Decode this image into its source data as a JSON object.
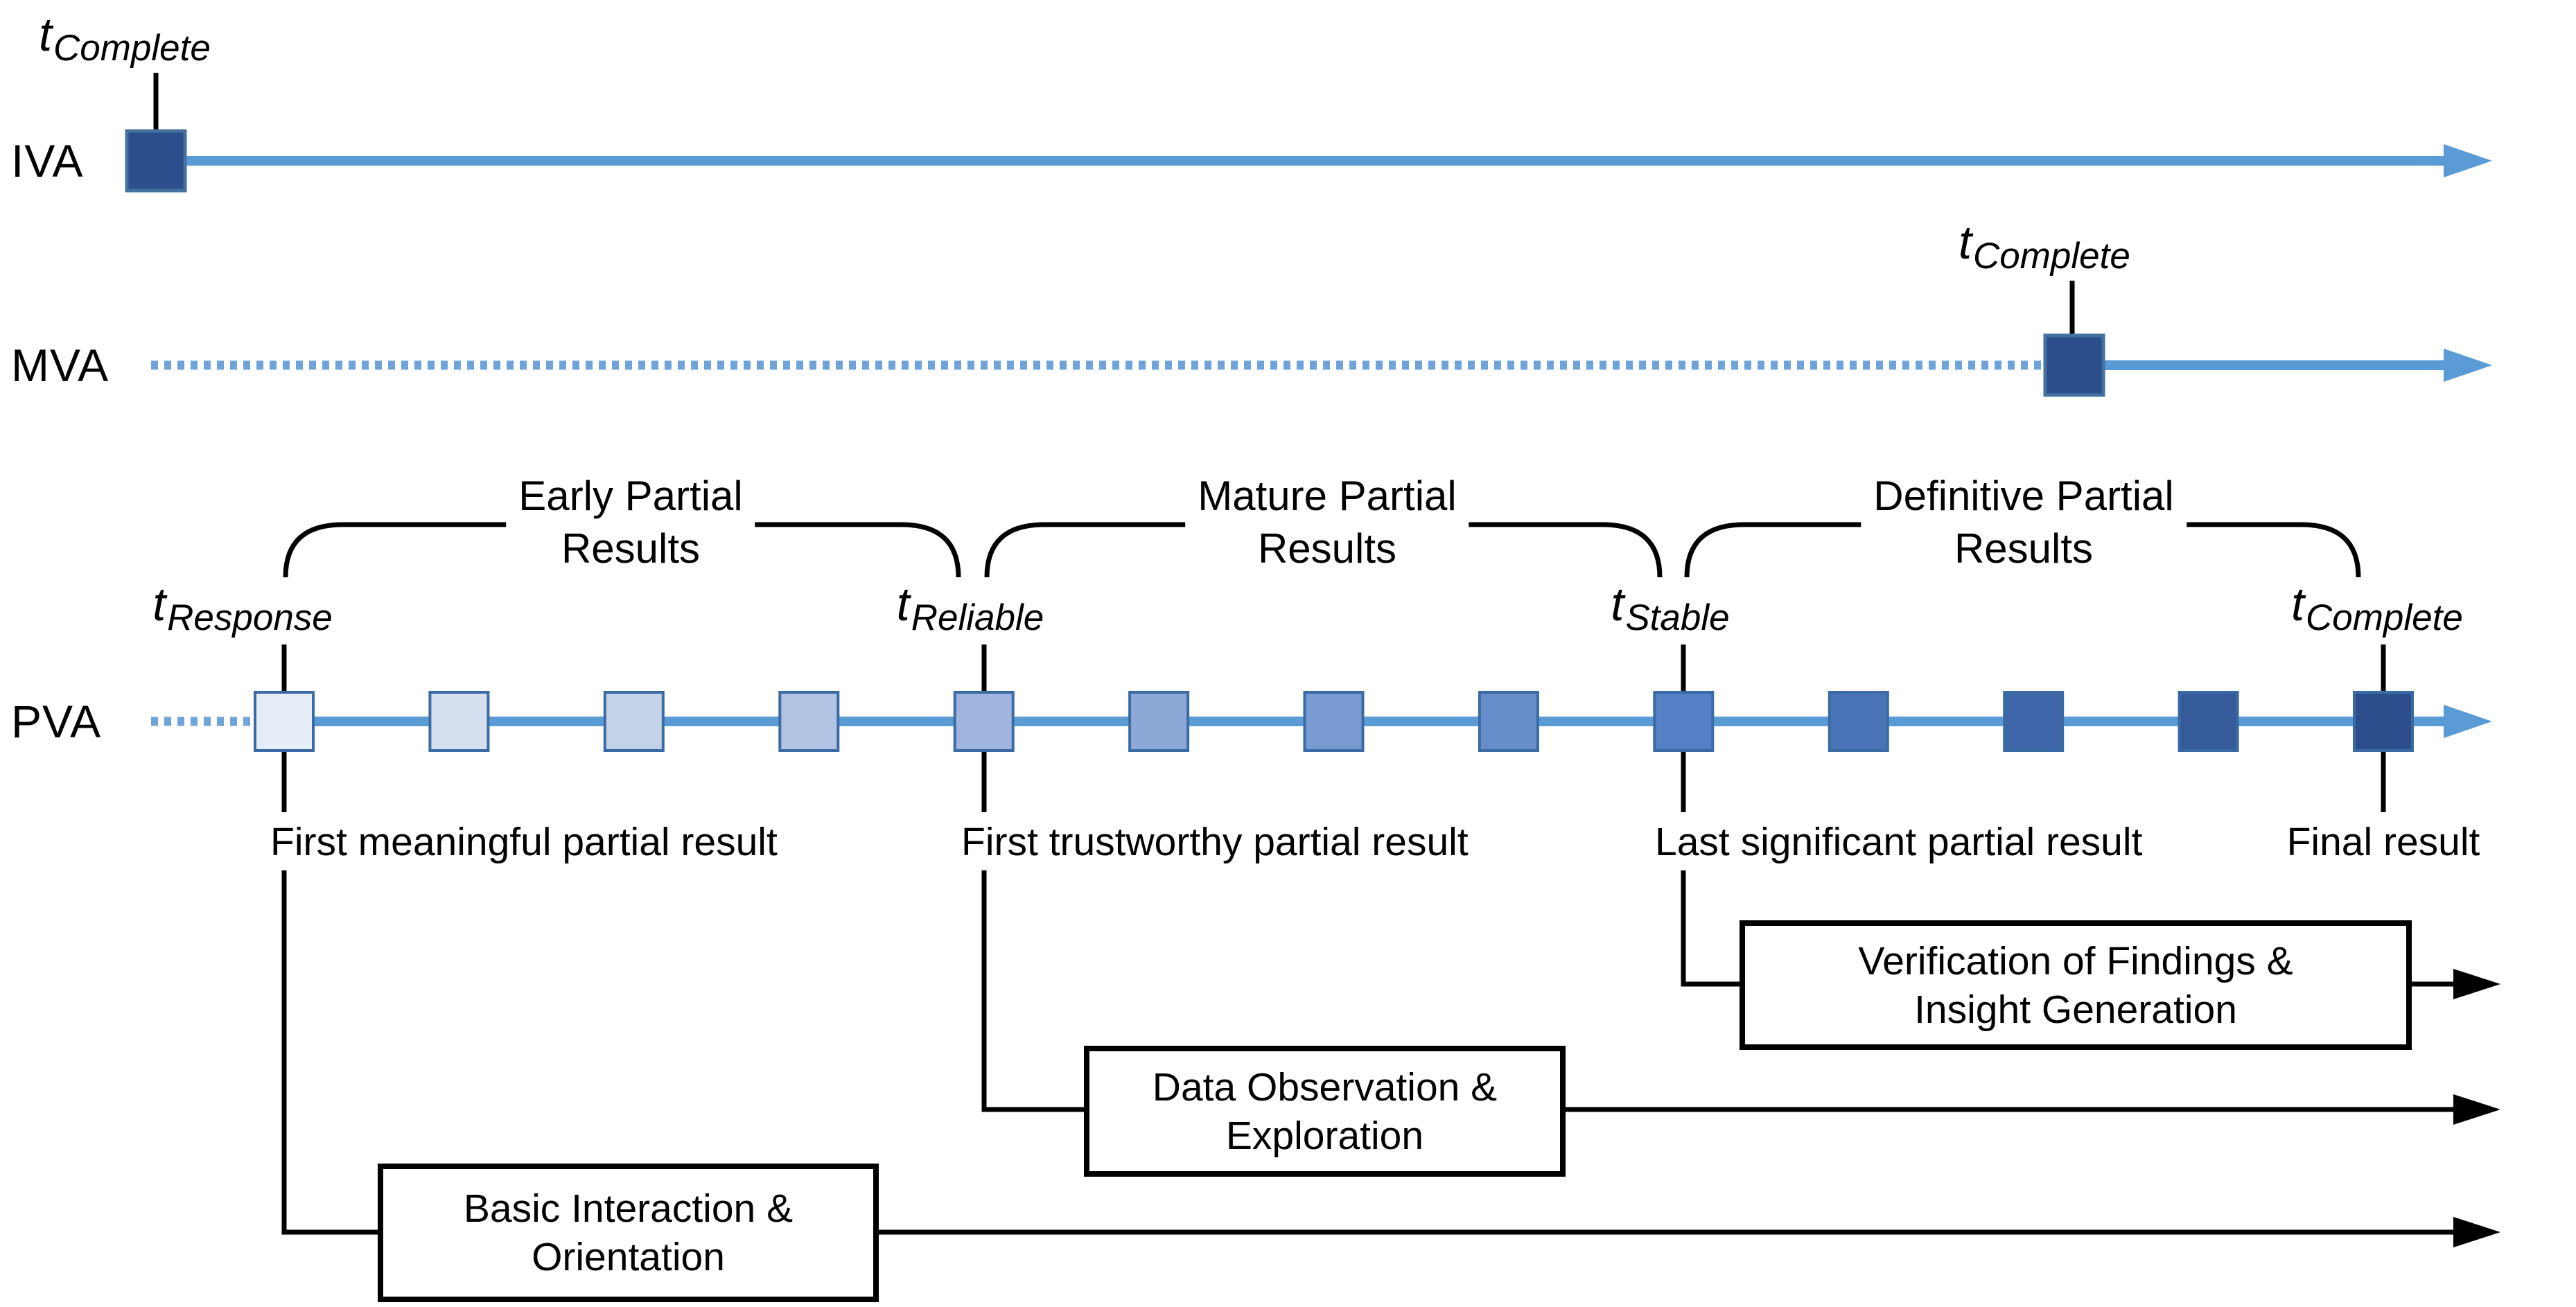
{
  "figure": {
    "rows": [
      {
        "label": "IVA"
      },
      {
        "label": "MVA"
      },
      {
        "label": "PVA"
      }
    ],
    "iva": {
      "milestone": {
        "main": "t",
        "sub": "Complete"
      }
    },
    "mva": {
      "milestone": {
        "main": "t",
        "sub": "Complete"
      }
    },
    "pva": {
      "regions": [
        {
          "line1": "Early Partial",
          "line2": "Results"
        },
        {
          "line1": "Mature Partial",
          "line2": "Results"
        },
        {
          "line1": "Definitive Partial",
          "line2": "Results"
        }
      ],
      "milestones": [
        {
          "main": "t",
          "sub": "Response",
          "annotation": "First meaningful partial result"
        },
        {
          "main": "t",
          "sub": "Reliable",
          "annotation": "First trustworthy partial result"
        },
        {
          "main": "t",
          "sub": "Stable",
          "annotation": "Last significant partial result"
        },
        {
          "main": "t",
          "sub": "Complete",
          "annotation": "Final result"
        }
      ],
      "square_colors": [
        "#E7EDF6",
        "#D5DFF0",
        "#C3D1E9",
        "#B2C3E3",
        "#A0B5DD",
        "#8DA8D7",
        "#7A9BD1",
        "#678ECB",
        "#5480C5",
        "#4A74B7",
        "#4067A9",
        "#365B9B",
        "#2C4E8C"
      ]
    },
    "flows": [
      {
        "line1": "Verification of Findings &",
        "line2": "Insight Generation"
      },
      {
        "line1": "Data Observation &",
        "line2": "Exploration"
      },
      {
        "line1": "Basic Interaction &",
        "line2": "Orientation"
      }
    ],
    "colors": {
      "timeline_blue": "#5B9BD5",
      "dotted_blue": "#6FA3DA",
      "square_border": "#3A6BA4",
      "dark_square_fill": "#2C4E8C",
      "dark_square_border": "#44719F",
      "line_black": "#000000"
    }
  }
}
